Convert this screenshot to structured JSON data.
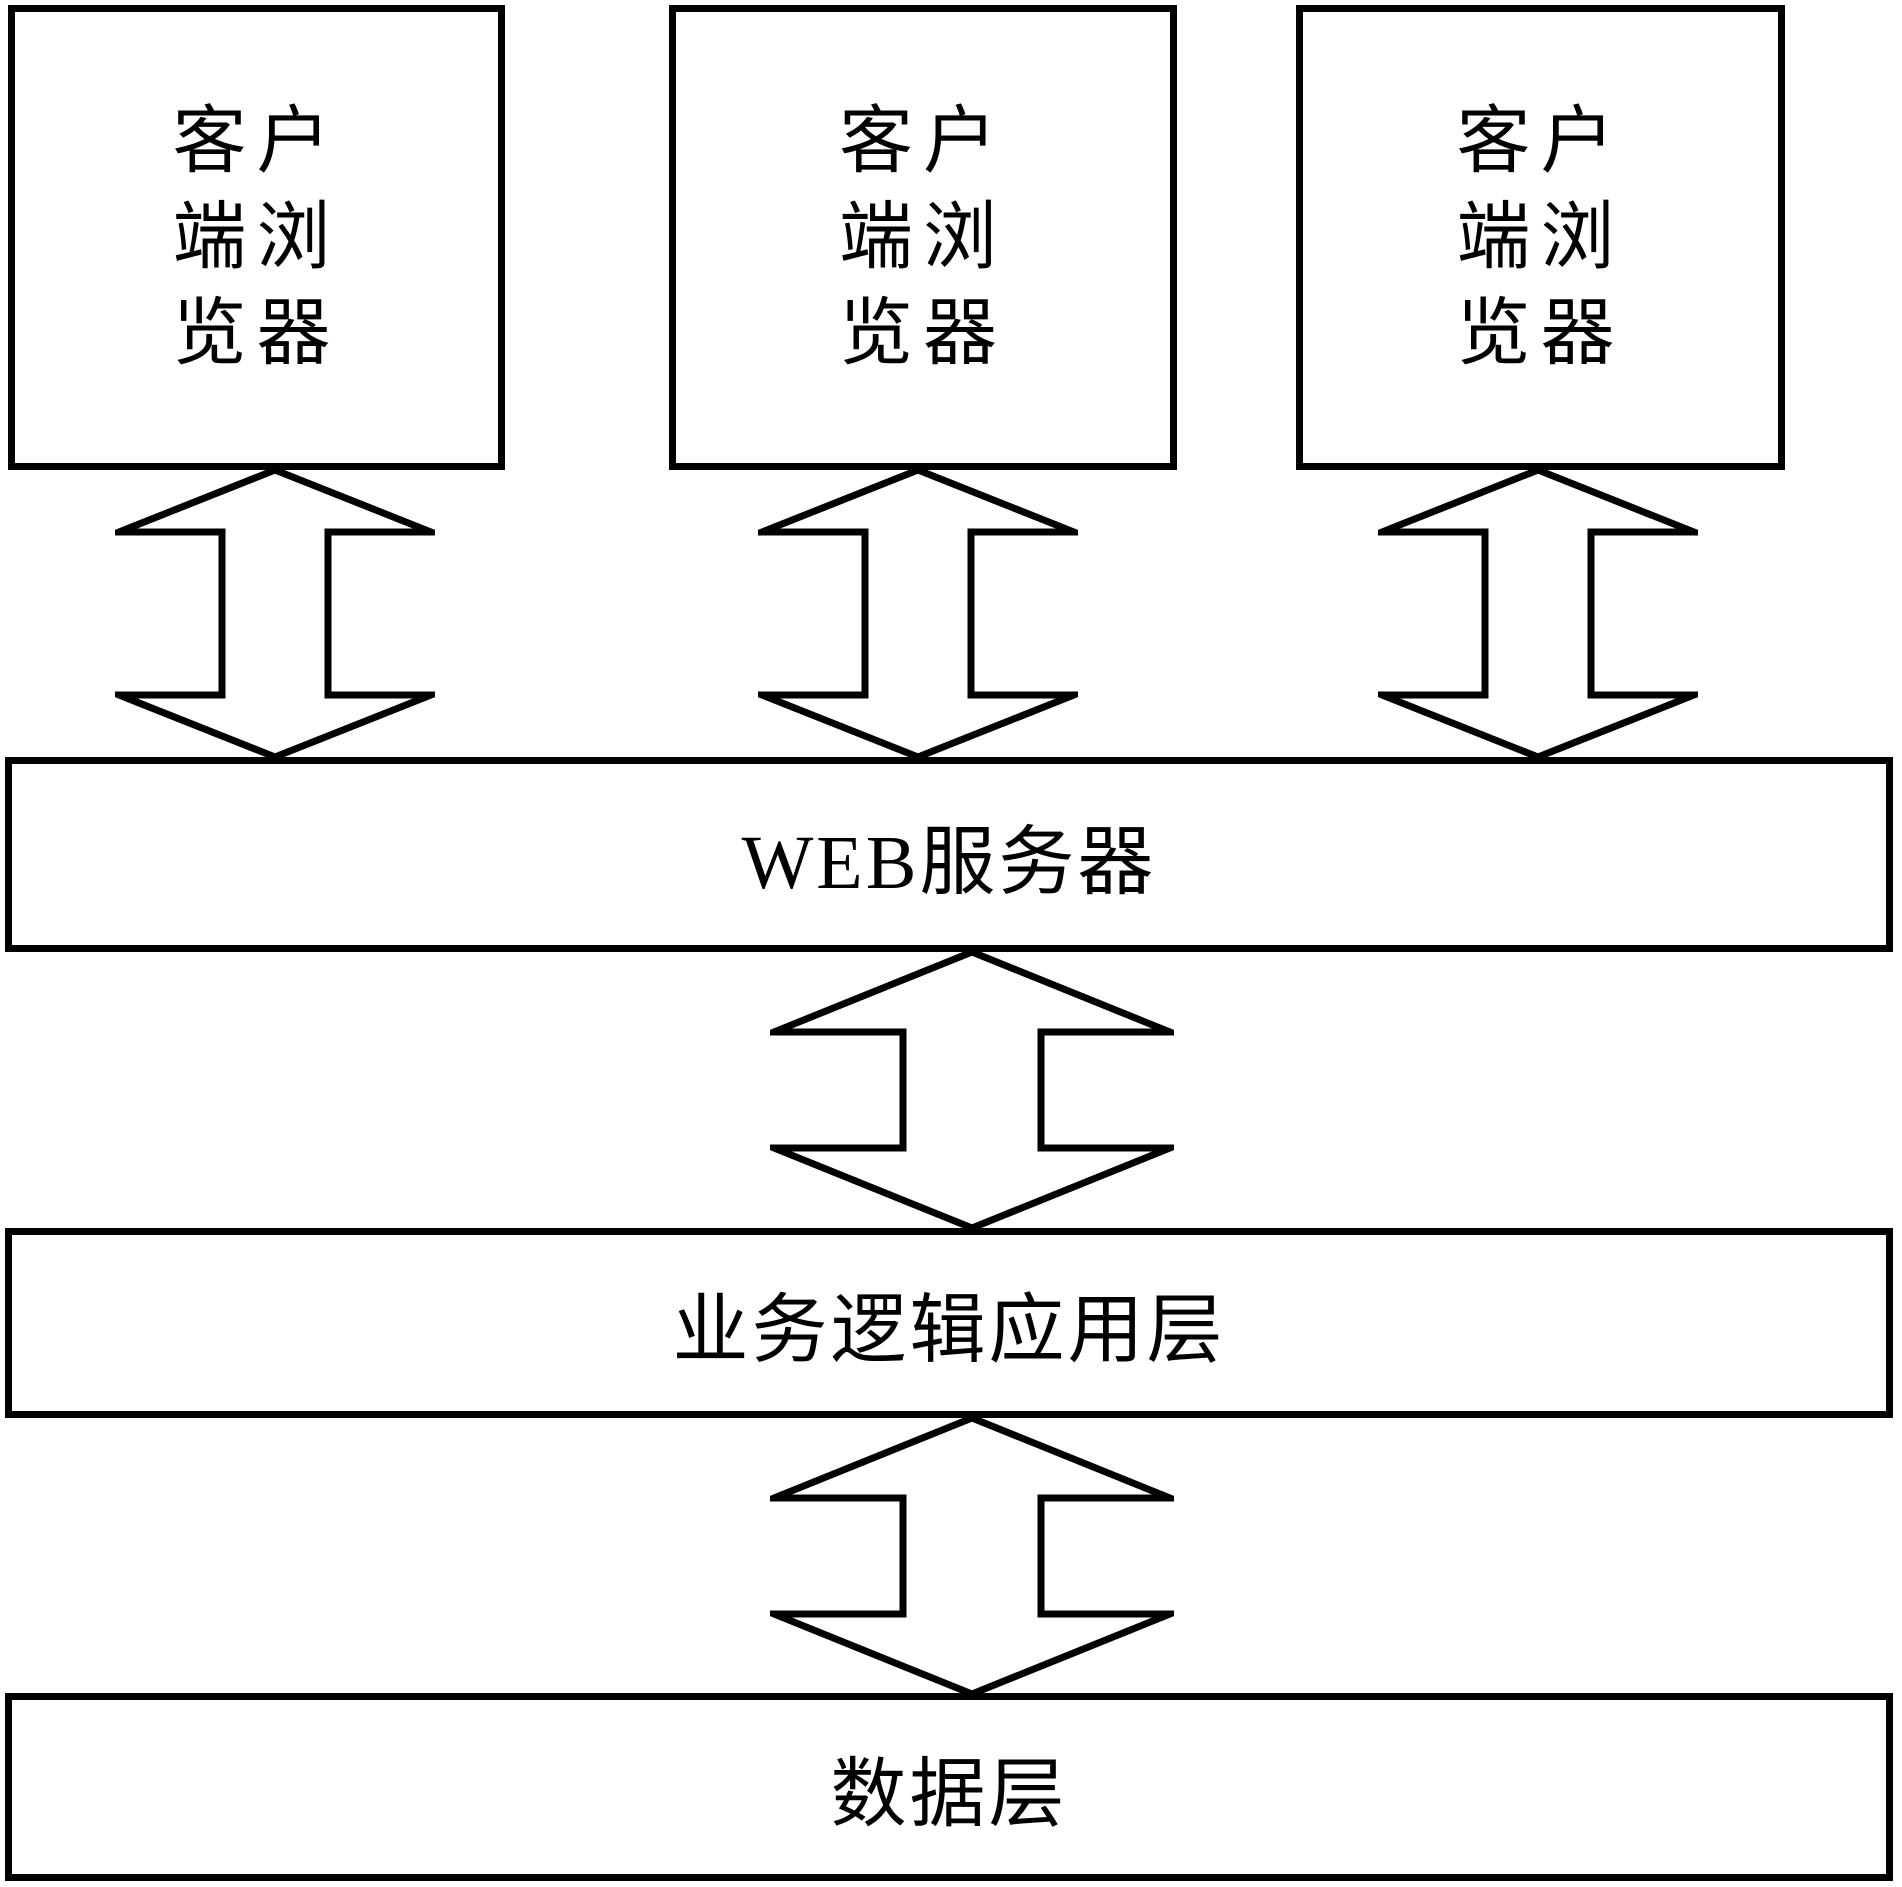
{
  "diagram": {
    "client_boxes": [
      {
        "text": "客户\n端浏\n览器"
      },
      {
        "text": "客户\n端浏\n览器"
      },
      {
        "text": "客户\n端浏\n览器"
      }
    ],
    "layers": [
      {
        "label": "WEB服务器"
      },
      {
        "label": "业务逻辑应用层"
      },
      {
        "label": "数据层"
      }
    ],
    "colors": {
      "stroke": "#000000",
      "background": "#ffffff"
    }
  }
}
